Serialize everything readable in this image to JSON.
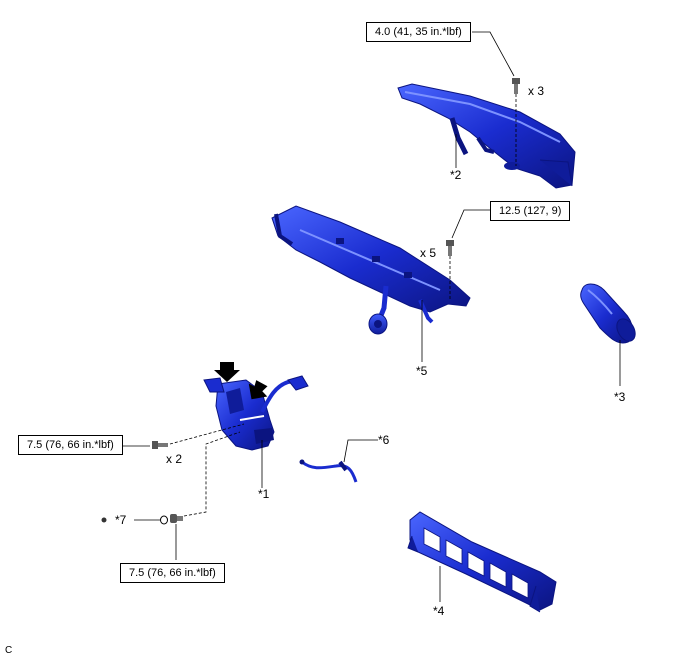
{
  "diagram": {
    "colors": {
      "part_fill": "#1a2ccf",
      "part_dark": "#0b1480",
      "part_light": "#4a66ff",
      "line": "#000000"
    },
    "torque_specs": {
      "t1": "4.0 (41, 35 in.*lbf)",
      "t2": "12.5 (127, 9)",
      "t3": "7.5 (76, 66 in.*lbf)",
      "t4": "7.5 (76, 66 in.*lbf)"
    },
    "quantities": {
      "q1": "x 3",
      "q2": "x 5",
      "q3": "x 2"
    },
    "callouts": {
      "c1": "*1",
      "c2": "*2",
      "c3": "*3",
      "c4": "*4",
      "c5": "*5",
      "c6": "*6",
      "c7": "*7"
    },
    "figure_code": "C"
  }
}
